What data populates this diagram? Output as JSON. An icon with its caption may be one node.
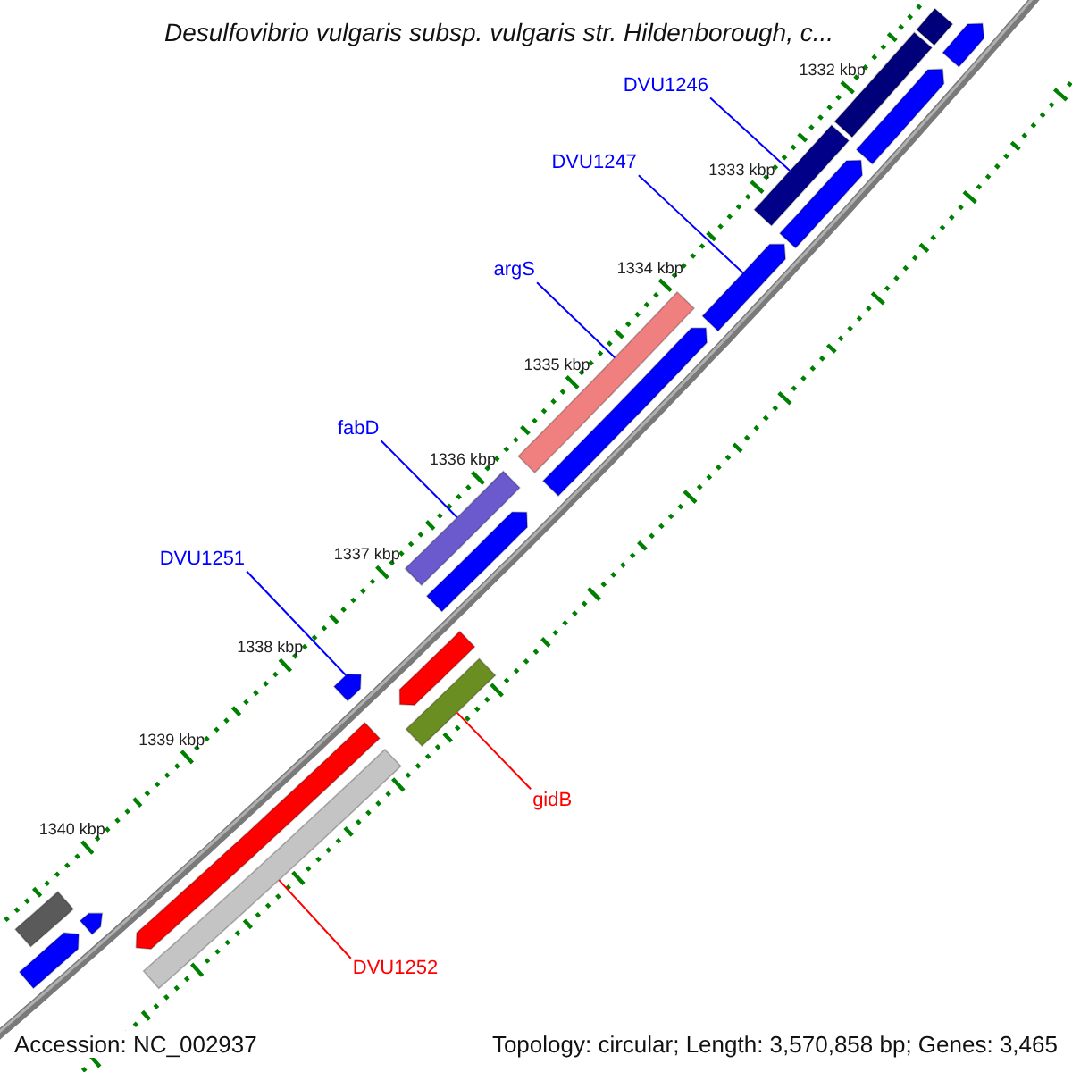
{
  "diagram": {
    "title": "Desulfovibrio vulgaris subsp. vulgaris str. Hildenborough, c...",
    "nodes": [
      {
        "text": [
          "DVU1246"
        ]
      },
      {
        "text": [],
        "shape": "bar"
      },
      {
        "text": [
          "DVU1247"
        ]
      },
      {
        "text": [],
        "shape": "bar"
      },
      {
        "text": [
          "argS"
        ]
      },
      {
        "text": [],
        "shape": "bar"
      },
      {
        "text": [
          "fabD"
        ]
      },
      {
        "text": [],
        "shape": "bar"
      },
      {
        "text": [
          "DVU1251"
        ]
      },
      {
        "text": [],
        "shape": "bar"
      },
      {
        "text": [
          "gidB"
        ]
      },
      {
        "text": [],
        "shape": "bar"
      },
      {
        "text": [
          "DVU1252"
        ]
      },
      {
        "text": [],
        "shape": "bar"
      },
      {
        "text": [],
        "shape": "bar"
      },
      {
        "text": [],
        "shape": "bar"
      },
      {
        "text": [],
        "shape": "bar"
      },
      {
        "text": [],
        "shape": "bar"
      },
      {
        "text": [],
        "shape": "bar"
      },
      {
        "text": [],
        "shape": "bar"
      },
      {
        "text": [],
        "shape": "bar"
      },
      {
        "text": [],
        "shape": "bar"
      },
      {
        "text": [],
        "shape": "bar"
      },
      {
        "text": [],
        "shape": "bar"
      },
      {
        "text": [],
        "shape": "bar"
      },
      {
        "text": [],
        "shape": "bar"
      }
    ],
    "edges": [
      {
        "from": 0,
        "to": 1,
        "arrow": "none"
      },
      {
        "from": 2,
        "to": 3,
        "arrow": "none"
      },
      {
        "from": 4,
        "to": 5,
        "arrow": "none"
      },
      {
        "from": 6,
        "to": 7,
        "arrow": "none"
      },
      {
        "from": 8,
        "to": 9,
        "arrow": "none"
      },
      {
        "from": 10,
        "to": 11,
        "arrow": "none",
        "color": "#ff0000"
      },
      {
        "from": 12,
        "to": 13,
        "arrow": "none",
        "color": "#ff0000"
      }
    ],
    "labels": [
      "1332 kbp",
      "1333 kbp",
      "1334 kbp",
      "1335 kbp",
      "1336 kbp",
      "1337 kbp",
      "1338 kbp",
      "1339 kbp",
      "1340 kbp",
      "Accession: NC_002937",
      "Topology: circular; Length: 3,570,858 bp; Genes: 3,465"
    ]
  }
}
